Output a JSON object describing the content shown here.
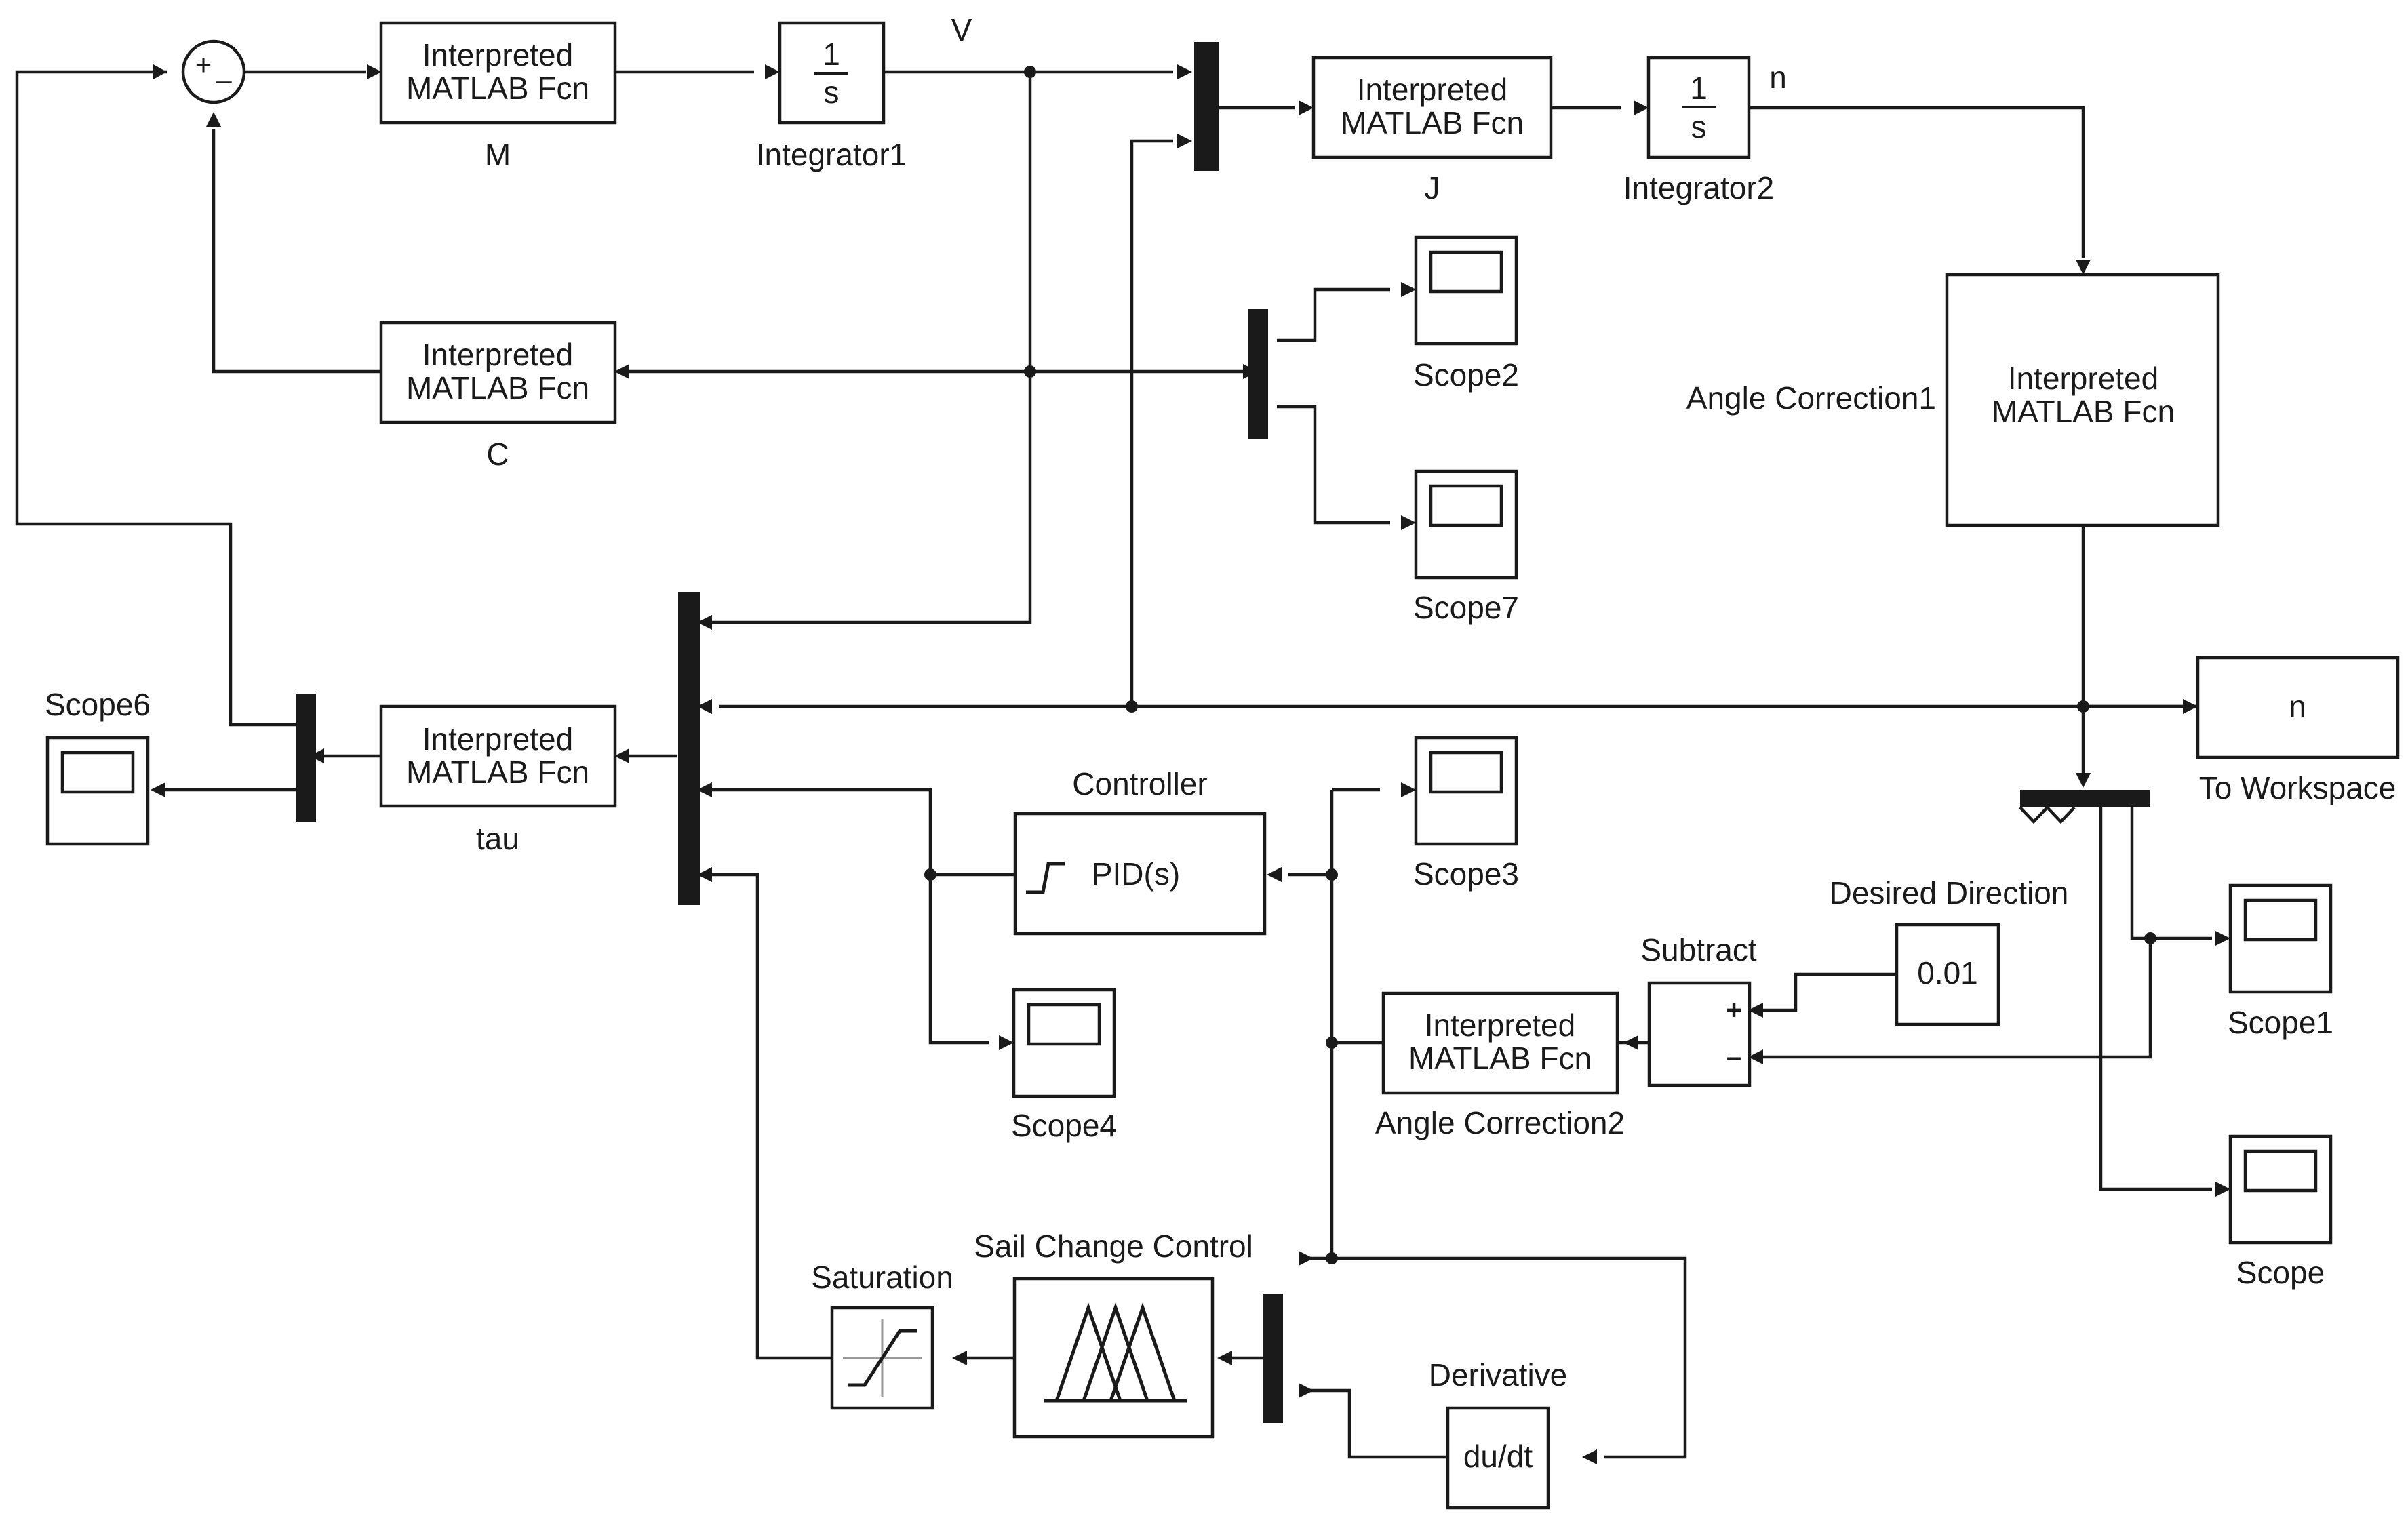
{
  "blocks": {
    "fcn_text_top": "Interpreted",
    "fcn_text_bottom": "MATLAB Fcn",
    "integrator_num": "1",
    "integrator_den": "s",
    "pid_text": "PID(s)",
    "const_value": "0.01",
    "derivative_text": "du/dt",
    "workspace_var": "n",
    "sum_top_signs": "+",
    "sum_top_minus": "–",
    "subtract_plus": "+",
    "subtract_minus": "–"
  },
  "labels": {
    "M": "M",
    "C": "C",
    "J": "J",
    "tau": "tau",
    "integrator1": "Integrator1",
    "integrator2": "Integrator2",
    "signal_V": "V",
    "signal_n": "n",
    "angle_correction1": "Angle Correction1",
    "angle_correction2": "Angle Correction2",
    "controller": "Controller",
    "subtract": "Subtract",
    "desired_direction": "Desired Direction",
    "saturation": "Saturation",
    "sail_change_control": "Sail Change Control",
    "derivative": "Derivative",
    "to_workspace": "To Workspace",
    "scope": "Scope",
    "scope1": "Scope1",
    "scope2": "Scope2",
    "scope3": "Scope3",
    "scope4": "Scope4",
    "scope6": "Scope6",
    "scope7": "Scope7"
  }
}
